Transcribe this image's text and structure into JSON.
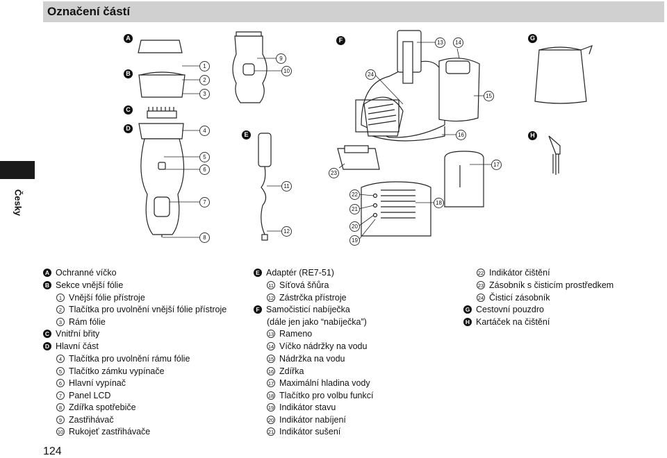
{
  "header": {
    "title": "Označení částí"
  },
  "side": {
    "language": "Česky"
  },
  "page_number": "124",
  "diagram": {
    "letters": [
      "A",
      "B",
      "C",
      "D",
      "E",
      "F",
      "G",
      "H"
    ],
    "numbers": [
      "1",
      "2",
      "3",
      "4",
      "5",
      "6",
      "7",
      "8",
      "9",
      "10",
      "11",
      "12",
      "13",
      "14",
      "15",
      "16",
      "17",
      "18",
      "19",
      "20",
      "21",
      "22",
      "23",
      "24"
    ]
  },
  "legend": {
    "col1": [
      {
        "type": "letter",
        "marker": "A",
        "text": "Ochranné víčko"
      },
      {
        "type": "letter",
        "marker": "B",
        "text": "Sekce vnější fólie"
      },
      {
        "type": "num",
        "marker": "1",
        "text": "Vnější fólie přístroje"
      },
      {
        "type": "num",
        "marker": "2",
        "text": "Tlačítka pro uvolnění vnější fólie přístroje"
      },
      {
        "type": "num",
        "marker": "3",
        "text": "Rám fólie"
      },
      {
        "type": "letter",
        "marker": "C",
        "text": "Vnitřní břity"
      },
      {
        "type": "letter",
        "marker": "D",
        "text": "Hlavní část"
      },
      {
        "type": "num",
        "marker": "4",
        "text": "Tlačítka pro uvolnění rámu fólie"
      },
      {
        "type": "num",
        "marker": "5",
        "text": "Tlačítko zámku vypínače"
      },
      {
        "type": "num",
        "marker": "6",
        "text": "Hlavní vypínač"
      },
      {
        "type": "num",
        "marker": "7",
        "text": "Panel LCD"
      },
      {
        "type": "num",
        "marker": "8",
        "text": "Zdířka spotřebiče"
      },
      {
        "type": "num",
        "marker": "9",
        "text": "Zastřihávač"
      },
      {
        "type": "num",
        "marker": "10",
        "text": "Rukojeť zastřihávače"
      }
    ],
    "col2": [
      {
        "type": "letter",
        "marker": "E",
        "text": "Adaptér (RE7-51)"
      },
      {
        "type": "num",
        "marker": "11",
        "text": "Síťová šňůra"
      },
      {
        "type": "num",
        "marker": "12",
        "text": "Zástrčka přístroje"
      },
      {
        "type": "letter",
        "marker": "F",
        "text": "Samočisticí nabíječka"
      },
      {
        "type": "cont",
        "marker": "",
        "text": "(dále jen jako “nabíječka”)"
      },
      {
        "type": "num",
        "marker": "13",
        "text": "Rameno"
      },
      {
        "type": "num",
        "marker": "14",
        "text": "Víčko nádržky na vodu"
      },
      {
        "type": "num",
        "marker": "15",
        "text": "Nádržka na vodu"
      },
      {
        "type": "num",
        "marker": "16",
        "text": "Zdířka"
      },
      {
        "type": "num",
        "marker": "17",
        "text": "Maximální hladina vody"
      },
      {
        "type": "num",
        "marker": "18",
        "text": "Tlačítko pro volbu funkcí"
      },
      {
        "type": "num",
        "marker": "19",
        "text": "Indikátor stavu"
      },
      {
        "type": "num",
        "marker": "20",
        "text": "Indikátor nabíjení"
      },
      {
        "type": "num",
        "marker": "21",
        "text": "Indikátor sušení"
      }
    ],
    "col3": [
      {
        "type": "num",
        "marker": "22",
        "text": "Indikátor čištění"
      },
      {
        "type": "num",
        "marker": "23",
        "text": "Zásobník s čisticím prostředkem"
      },
      {
        "type": "num",
        "marker": "24",
        "text": "Čisticí zásobník"
      },
      {
        "type": "letter",
        "marker": "G",
        "text": "Cestovní pouzdro"
      },
      {
        "type": "letter",
        "marker": "H",
        "text": "Kartáček na čištění"
      }
    ]
  }
}
